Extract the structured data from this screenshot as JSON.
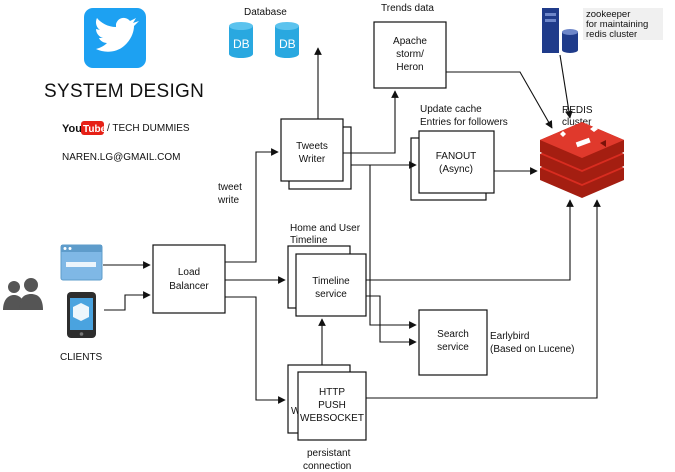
{
  "header": {
    "title": "SYSTEM DESIGN",
    "youtube_label": "You",
    "youtube_tube": "Tube",
    "channel": "/ TECH DUMMIES",
    "email": "NAREN.LG@GMAIL.COM"
  },
  "clients": {
    "label": "CLIENTS"
  },
  "nodes": {
    "load_balancer": [
      "Load",
      "Balancer"
    ],
    "tweets_writer": [
      "Tweets",
      "Writer"
    ],
    "timeline_service": [
      "Timeline",
      "service"
    ],
    "http_push": [
      "HTTP",
      "PUSH",
      "WEBSOCKET"
    ],
    "http_back_letter": "W",
    "fanout": [
      "FANOUT",
      "(Async)"
    ],
    "search_service": [
      "Search",
      "service"
    ],
    "apache_storm": [
      "Apache",
      "storm/",
      "Heron"
    ],
    "db_label": "DB"
  },
  "labels": {
    "database": "Database",
    "trends_data": "Trends data",
    "tweet_write": [
      "tweet",
      "write"
    ],
    "update_cache": [
      "Update cache",
      "Entries for followers"
    ],
    "home_user_timeline": [
      "Home and User",
      "Timeline"
    ],
    "earlybird": [
      "Earlybird",
      "(Based on Lucene)"
    ],
    "persistent": [
      "persistant",
      "connection"
    ],
    "zookeeper": [
      "zookeeper",
      "for  maintaining",
      "redis cluster"
    ],
    "redis": [
      "REDIS",
      "cluster"
    ]
  },
  "colors": {
    "twitter_blue": "#1DA1F2",
    "youtube_red": "#E62117",
    "db_blue": "#29A8E0",
    "redis_red": "#D82C20",
    "redis_dark": "#A41E11",
    "server_navy": "#1F3B8A",
    "clients_gray": "#555555"
  }
}
